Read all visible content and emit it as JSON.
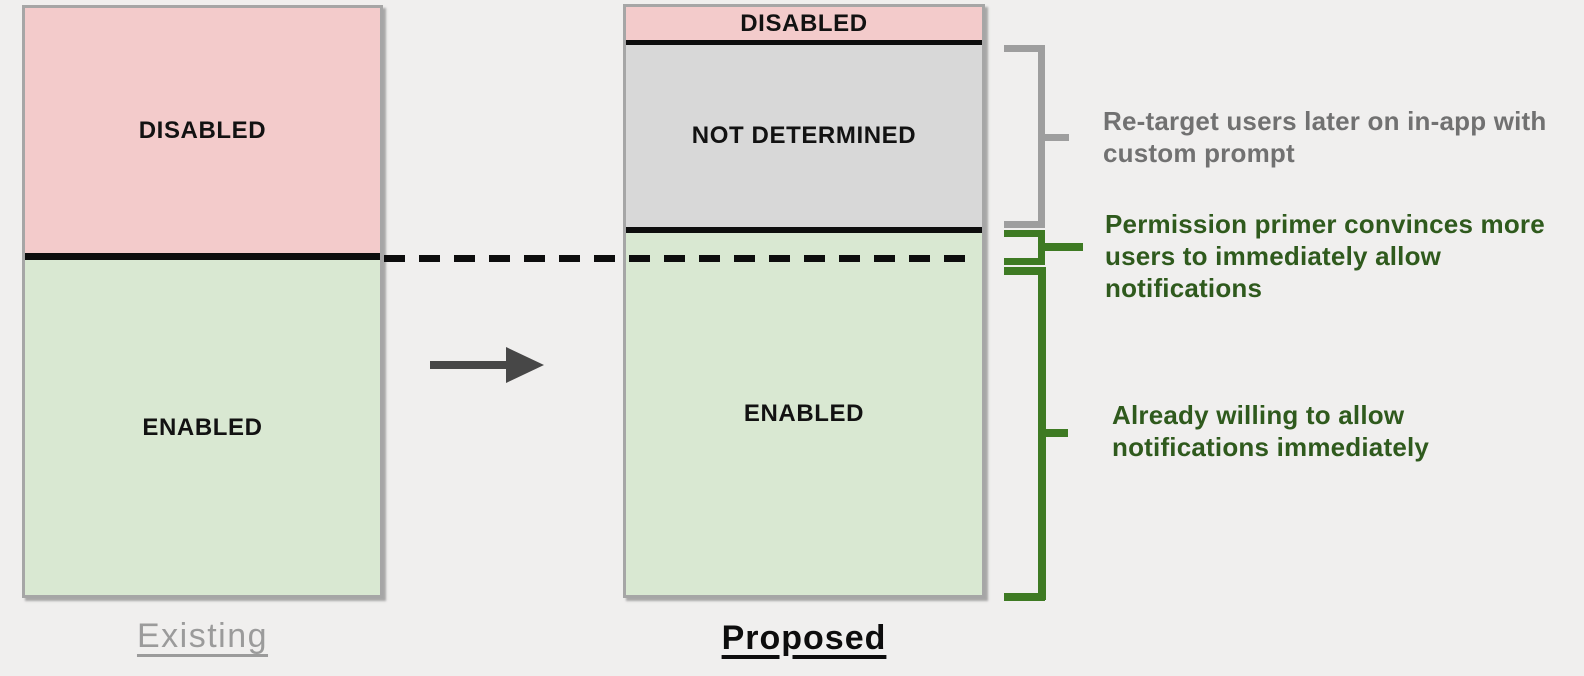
{
  "page": {
    "background": "#f0efee",
    "divider_color": "#0d0d0d"
  },
  "existing_chart": {
    "label": "Existing",
    "label_color": "#9b9b9b",
    "segments": [
      {
        "id": "disabled",
        "label": "DISABLED",
        "color": "#f3cbcb",
        "share_pct": 42
      },
      {
        "id": "enabled",
        "label": "ENABLED",
        "color": "#d9e8d2",
        "share_pct": 58
      }
    ]
  },
  "proposed_chart": {
    "label": "Proposed",
    "label_color": "#0d0d0d",
    "segments": [
      {
        "id": "disabled",
        "label": "DISABLED",
        "color": "#f3cbcb",
        "share_pct": 6
      },
      {
        "id": "not_determined",
        "label": "NOT DETERMINED",
        "color": "#d8d8d8",
        "share_pct": 32
      },
      {
        "id": "enabled",
        "label": "ENABLED",
        "color": "#d9e8d2",
        "share_pct": 62
      }
    ]
  },
  "annotations": {
    "retarget": {
      "text": "Re-target users later on in-app with custom prompt",
      "text_color": "#717171",
      "bracket_color": "#9e9e9e"
    },
    "primer": {
      "text": "Permission primer convinces more users to immediately allow notifications",
      "text_color": "#2f5a1d",
      "bracket_color": "#3e7a23"
    },
    "already": {
      "text": "Already willing to allow notifications immediately",
      "text_color": "#2f5a1d",
      "bracket_color": "#3e7a23"
    }
  },
  "connectors": {
    "arrow_color": "#474747",
    "dashed_line_color": "#0d0d0d"
  }
}
